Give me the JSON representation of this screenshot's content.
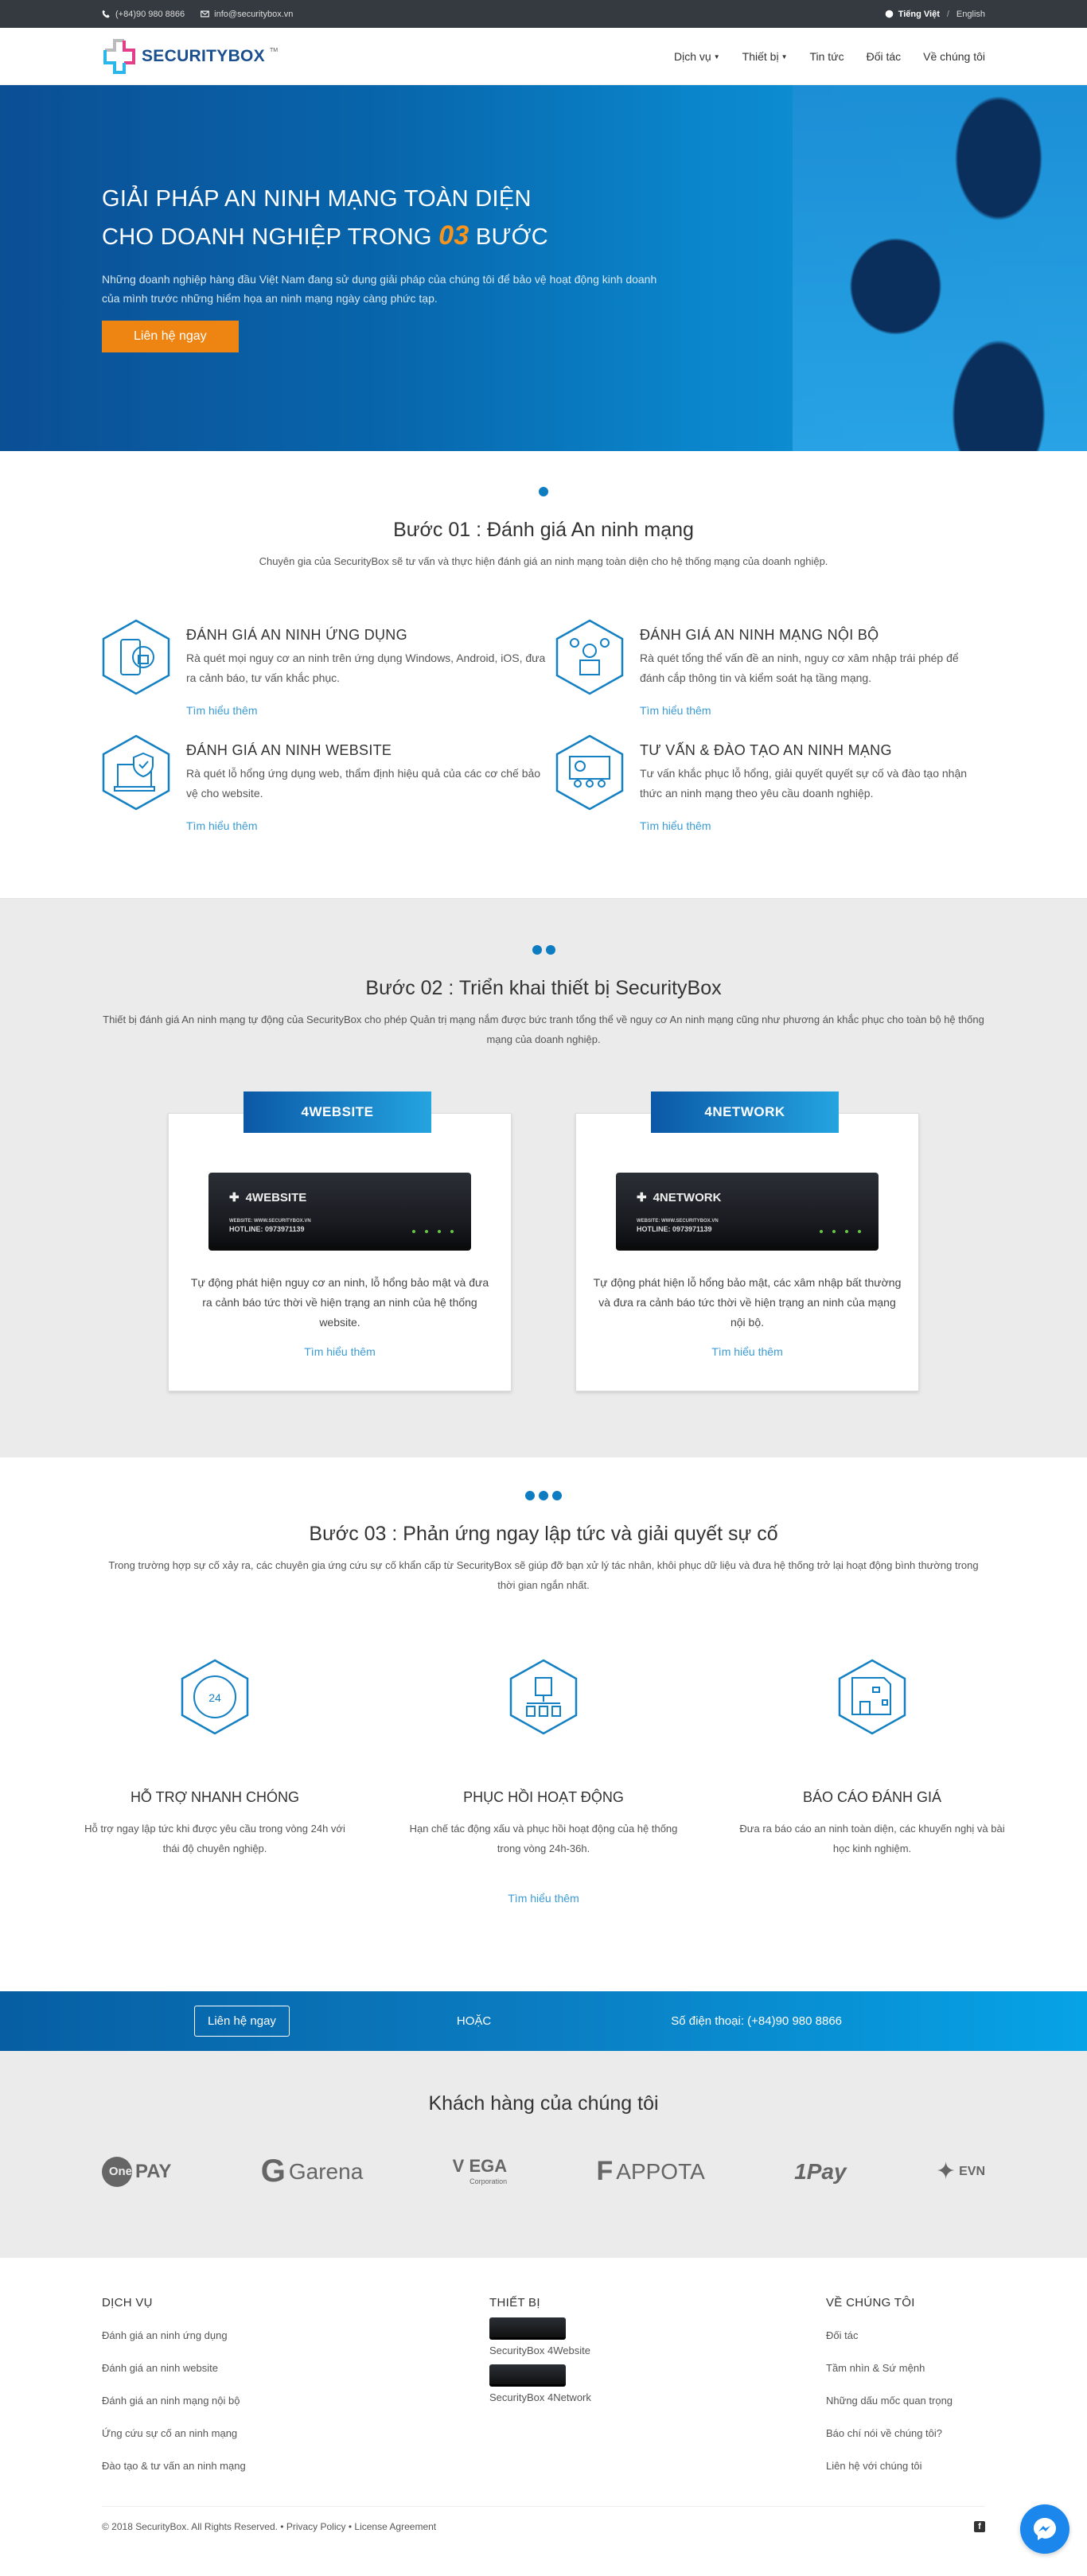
{
  "topbar": {
    "phone": "(+84)90 980 8866",
    "email": "info@securitybox.vn",
    "lang_active": "Tiếng Việt",
    "lang_sep": "/",
    "lang_other": "English"
  },
  "header": {
    "logo_text": "SECURITYBOX",
    "logo_tm": "TM",
    "nav": [
      {
        "label": "Dịch vụ",
        "dropdown": true
      },
      {
        "label": "Thiết bị",
        "dropdown": true
      },
      {
        "label": "Tin tức",
        "dropdown": false
      },
      {
        "label": "Đối tác",
        "dropdown": false
      },
      {
        "label": "Về chúng tôi",
        "dropdown": false
      }
    ],
    "caret": "▼"
  },
  "hero": {
    "title_line1": "GIẢI PHÁP AN NINH MẠNG TOÀN DIỆN",
    "title_line2_pre": "CHO DOANH NGHIỆP TRONG ",
    "title_accent": "03",
    "title_line2_post": " BƯỚC",
    "description": "Những doanh nghiệp hàng đầu Việt Nam đang sử dụng giải pháp của chúng tôi để bảo vệ hoạt động kinh doanh của mình trước những hiểm họa an ninh mạng ngày càng phức tạp.",
    "cta": "Liên hệ ngay",
    "accent_color": "#f7941d"
  },
  "step1": {
    "title": "Bước 01 : Đánh giá An ninh mạng",
    "description": "Chuyên gia của SecurityBox sẽ tư vấn và thực hiện đánh giá an ninh mạng toàn diện cho hệ thống mạng của doanh nghiệp.",
    "services": [
      {
        "icon": "mobile-lock-icon",
        "title": "ĐÁNH GIÁ AN NINH ỨNG DỤNG",
        "desc": "Rà quét mọi nguy cơ an ninh trên ứng dụng Windows, Android, iOS, đưa ra cảnh báo, tư vấn khắc phục.",
        "link": "Tìm hiểu thêm"
      },
      {
        "icon": "network-user-icon",
        "title": "ĐÁNH GIÁ AN NINH MẠNG NỘI BỘ",
        "desc": "Rà quét tổng thể vấn đề an ninh, nguy cơ xâm nhập trái phép để đánh cắp thông tin và kiểm soát hạ tầng mạng.",
        "link": "Tìm hiểu thêm"
      },
      {
        "icon": "laptop-shield-icon",
        "title": "ĐÁNH GIÁ AN NINH WEBSITE",
        "desc": "Rà quét lỗ hổng ứng dụng web, thẩm định hiệu quả của các cơ chế bảo vệ cho website.",
        "link": "Tìm hiểu thêm"
      },
      {
        "icon": "training-board-icon",
        "title": "TƯ VẤN & ĐÀO TẠO AN NINH MẠNG",
        "desc": "Tư vấn khắc phục lỗ hổng, giải quyết quyết sự cố và đào tạo nhận thức an ninh mạng theo yêu cầu doanh nghiệp.",
        "link": "Tìm hiểu thêm"
      }
    ]
  },
  "step2": {
    "title": "Bước 02 : Triển khai thiết bị SecurityBox",
    "description": "Thiết bị đánh giá An ninh mạng tự động của SecurityBox cho phép Quản trị mạng nắm được bức tranh tổng thể về nguy cơ An ninh mạng cũng như phương án khắc phục cho toàn bộ hệ thống mạng của doanh nghiệp.",
    "devices": [
      {
        "label": "4WEBSITE",
        "brand": "4WEBSITE",
        "site": "WEBSITE: WWW.SECURITYBOX.VN",
        "hotline": "HOTLINE: 0973971139",
        "desc": "Tự động phát hiện nguy cơ an ninh, lỗ hổng bảo mật và đưa ra cảnh báo tức thời về hiện trạng an ninh của hệ thống website.",
        "link": "Tìm hiểu thêm"
      },
      {
        "label": "4NETWORK",
        "brand": "4NETWORK",
        "site": "WEBSITE: WWW.SECURITYBOX.VN",
        "hotline": "HOTLINE: 0973971139",
        "desc": "Tự động phát hiện lỗ hổng bảo mật, các xâm nhập bất thường và đưa ra cảnh báo tức thời về hiện trạng an ninh của mạng nội bộ.",
        "link": "Tìm hiểu thêm"
      }
    ]
  },
  "step3": {
    "title": "Bước 03 : Phản ứng ngay lập tức và giải quyết sự cố",
    "description": "Trong trường hợp sự cố xảy ra, các chuyên gia ứng cứu sự cố khẩn cấp từ SecurityBox sẽ giúp đỡ bạn xử lý tác nhân, khôi phục dữ liệu và đưa hệ thống trở lại hoạt động bình thường trong thời gian ngắn nhất.",
    "features": [
      {
        "icon": "headset-24h-icon",
        "title": "HỖ TRỢ NHANH CHÓNG",
        "desc": "Hỗ trợ ngay lập tức khi được yêu cầu trong vòng 24h với thái độ chuyên nghiệp."
      },
      {
        "icon": "recovery-folders-icon",
        "title": "PHỤC HỒI HOẠT ĐỘNG",
        "desc": "Hạn chế tác động xấu và phục hồi hoạt động của hệ thống trong vòng 24h-36h."
      },
      {
        "icon": "report-diagram-icon",
        "title": "BÁO CÁO ĐÁNH GIÁ",
        "desc": "Đưa ra báo cáo an ninh toàn diện, các khuyến nghị và bài học kinh nghiệm."
      }
    ],
    "link": "Tìm hiểu thêm"
  },
  "cta": {
    "button": "Liên hệ ngay",
    "or": "HOẶC",
    "phone": "Số điện thoại: (+84)90 980 8866"
  },
  "customers": {
    "title": "Khách hàng của chúng tôi",
    "logos": [
      "OnePAY",
      "Garena",
      "VEGA Corporation",
      "APPOTA",
      "1Pay",
      "EVN"
    ]
  },
  "footer": {
    "col1": {
      "title": "DỊCH VỤ",
      "items": [
        "Đánh giá an ninh ứng dụng",
        "Đánh giá an ninh website",
        "Đánh giá an ninh mạng nội bộ",
        "Ứng cứu sự cố an ninh mạng",
        "Đào tạo & tư vấn an ninh mạng"
      ]
    },
    "col2": {
      "title": "THIẾT BỊ",
      "items": [
        "SecurityBox 4Website",
        "SecurityBox 4Network"
      ]
    },
    "col3": {
      "title": "VỀ CHÚNG TÔI",
      "items": [
        "Đối tác",
        "Tầm nhìn & Sứ mệnh",
        "Những dấu mốc quan trọng",
        "Báo chí nói về chúng tôi?",
        "Liên hệ với chúng tôi"
      ]
    },
    "copyright": "© 2018 SecurityBox. All Rights Reserved.",
    "sep": " • ",
    "privacy": "Privacy Policy",
    "license": "License Agreement",
    "facebook": "f"
  }
}
